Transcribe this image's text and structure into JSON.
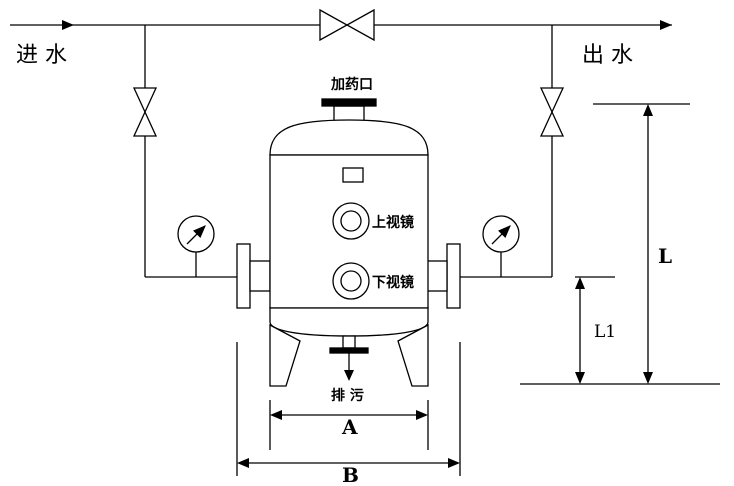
{
  "labels": {
    "inlet": "进 水",
    "outlet": "出 水",
    "dosing_port": "加药口",
    "upper_sight_glass": "上视镜",
    "lower_sight_glass": "下视镜",
    "drain": "排 污",
    "dim_a": "A",
    "dim_b": "B",
    "dim_l": "L",
    "dim_l1": "L1"
  },
  "colors": {
    "stroke": "#000000",
    "background": "#ffffff"
  }
}
